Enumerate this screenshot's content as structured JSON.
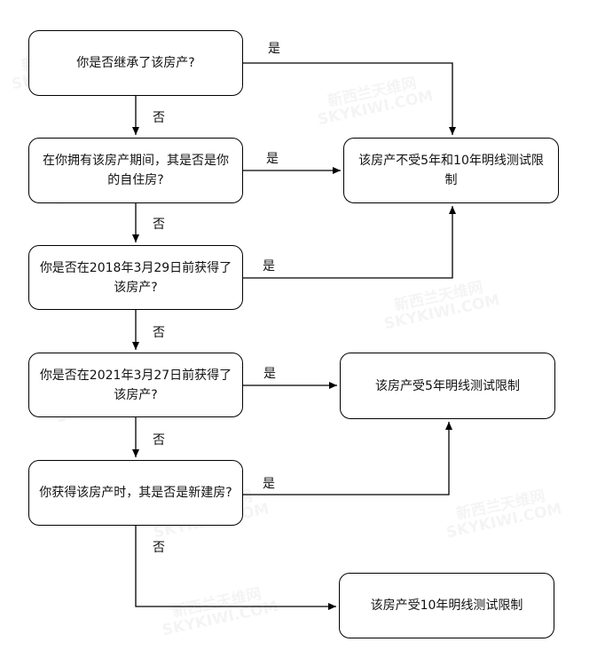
{
  "nodes": {
    "q1": "你是否继承了该房产?",
    "q2": "在你拥有该房产期间，其是否是你的自住房?",
    "q3": "你是否在2018年3月29日前获得了该房产?",
    "q4": "你是否在2021年3月27日前获得了该房产?",
    "q5": "你获得该房产时，其是否是新建房?",
    "r1": "该房产不受5年和10年明线测试限制",
    "r2": "该房产受5年明线测试限制",
    "r3": "该房产受10年明线测试限制"
  },
  "edge_labels": {
    "q1_yes": "是",
    "q1_no": "否",
    "q2_yes": "是",
    "q2_no": "否",
    "q3_yes": "是",
    "q3_no": "否",
    "q4_yes": "是",
    "q4_no": "否",
    "q5_yes": "是",
    "q5_no": "否"
  },
  "watermark": {
    "line1": "新西兰天维网",
    "line2": "SKYKIWI.COM"
  }
}
